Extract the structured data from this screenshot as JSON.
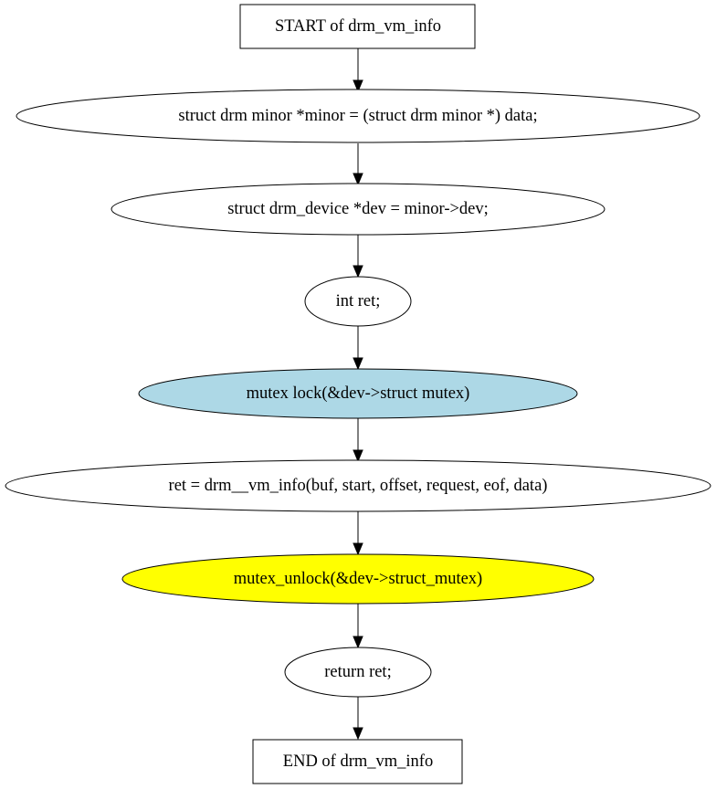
{
  "flowchart": {
    "nodes": [
      {
        "id": "start",
        "shape": "box",
        "label": "START of drm_vm_info",
        "fill": "#ffffff"
      },
      {
        "id": "minor_decl",
        "shape": "ellipse",
        "label": "struct drm  minor *minor = (struct drm  minor *) data;",
        "fill": "#ffffff"
      },
      {
        "id": "dev_decl",
        "shape": "ellipse",
        "label": "struct drm_device *dev = minor->dev;",
        "fill": "#ffffff"
      },
      {
        "id": "ret_decl",
        "shape": "ellipse",
        "label": "int ret;",
        "fill": "#ffffff"
      },
      {
        "id": "mutex_lock",
        "shape": "ellipse",
        "label": "mutex  lock(&dev->struct  mutex)",
        "fill": "#add8e6"
      },
      {
        "id": "vm_info_call",
        "shape": "ellipse",
        "label": "ret = drm__vm_info(buf, start, offset, request, eof, data)",
        "fill": "#ffffff"
      },
      {
        "id": "mutex_unlock",
        "shape": "ellipse",
        "label": "mutex_unlock(&dev->struct_mutex)",
        "fill": "#ffff00"
      },
      {
        "id": "return_ret",
        "shape": "ellipse",
        "label": "return ret;",
        "fill": "#ffffff"
      },
      {
        "id": "end",
        "shape": "box",
        "label": "END of drm_vm_info",
        "fill": "#ffffff"
      }
    ],
    "edges": [
      {
        "from": "start",
        "to": "minor_decl"
      },
      {
        "from": "minor_decl",
        "to": "dev_decl"
      },
      {
        "from": "dev_decl",
        "to": "ret_decl"
      },
      {
        "from": "ret_decl",
        "to": "mutex_lock"
      },
      {
        "from": "mutex_lock",
        "to": "vm_info_call"
      },
      {
        "from": "vm_info_call",
        "to": "mutex_unlock"
      },
      {
        "from": "mutex_unlock",
        "to": "return_ret"
      },
      {
        "from": "return_ret",
        "to": "end"
      }
    ]
  }
}
